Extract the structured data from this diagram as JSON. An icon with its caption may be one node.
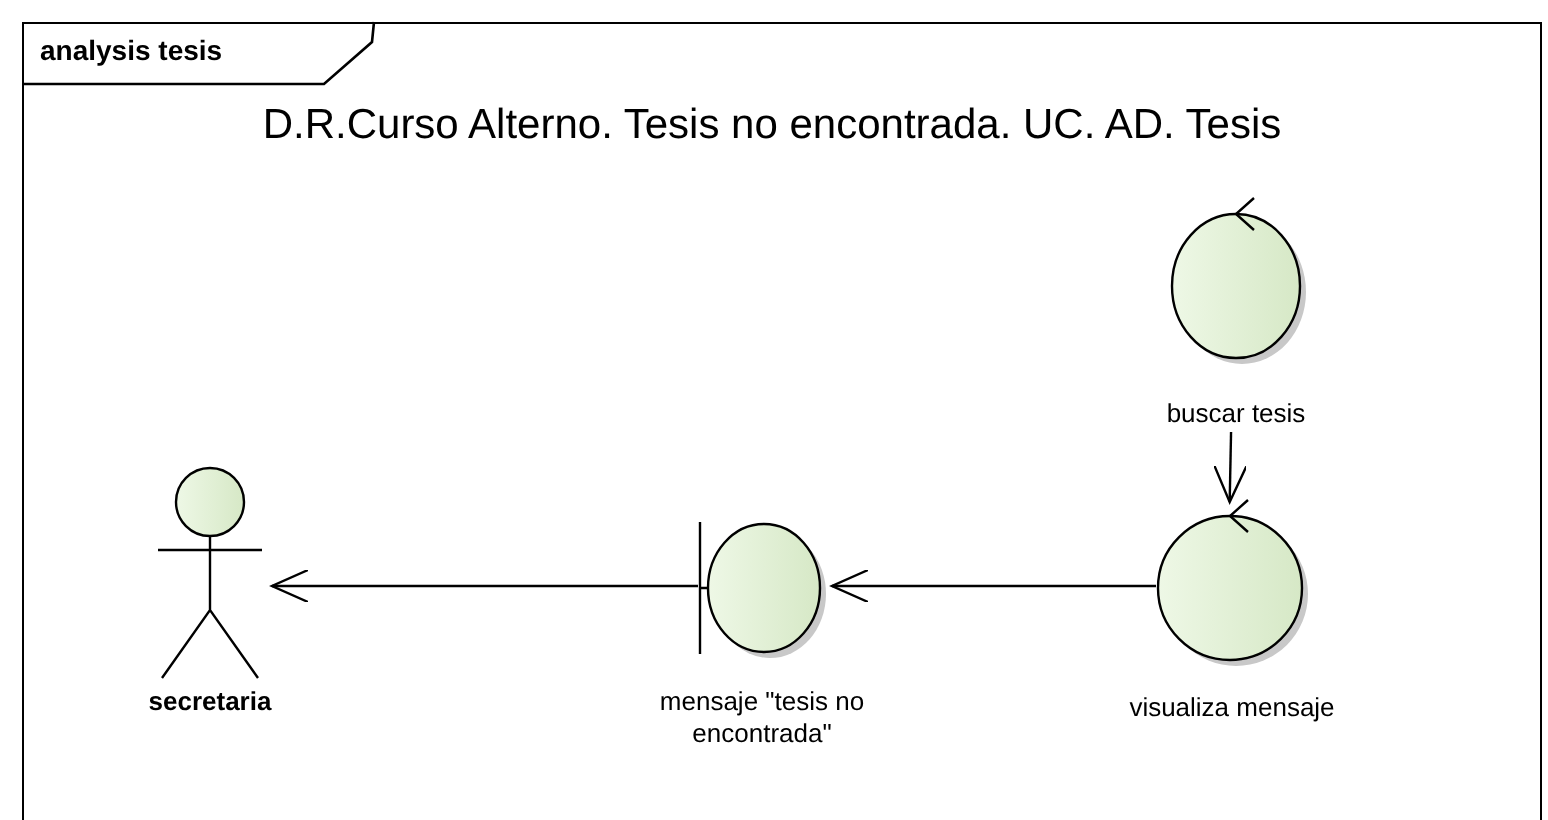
{
  "diagram": {
    "title": "D.R.Curso Alterno. Tesis no encontrada. UC. AD. Tesis",
    "nodes": [
      {
        "text": [
          "analysis tesis"
        ]
      },
      {
        "text": [
          "buscar tesis"
        ],
        "in": 0
      },
      {
        "text": [
          "secretaria"
        ],
        "in": 0
      },
      {
        "text": [
          "mensaje \"tesis no encontrada\""
        ],
        "in": 0
      },
      {
        "text": [
          "visualiza mensaje"
        ],
        "in": 0
      }
    ],
    "edges": [
      {
        "from": 1,
        "to": 4,
        "arrow": "to"
      },
      {
        "from": 4,
        "to": 3,
        "arrow": "to"
      },
      {
        "from": 3,
        "to": 2,
        "arrow": "to"
      }
    ]
  }
}
